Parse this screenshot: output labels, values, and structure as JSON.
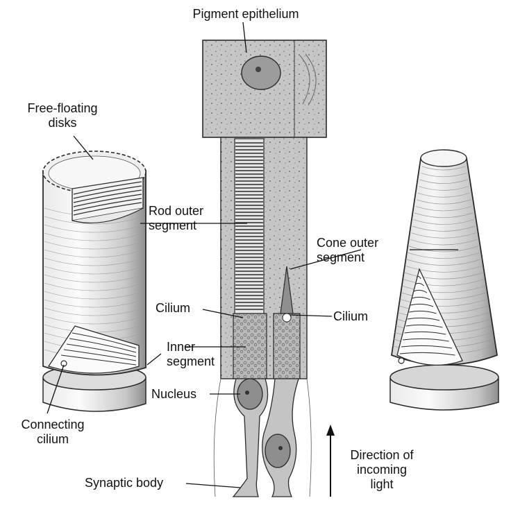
{
  "labels": {
    "pigment_epithelium": "Pigment epithelium",
    "free_floating_disks": [
      "Free-floating",
      "disks"
    ],
    "rod_outer_segment": [
      "Rod outer",
      "segment"
    ],
    "cone_outer_segment": [
      "Cone outer",
      "segment"
    ],
    "cilium_rod": "Cilium",
    "cilium_cone": "Cilium",
    "inner_segment": [
      "Inner",
      "segment"
    ],
    "nucleus": "Nucleus",
    "connecting_cilium": [
      "Connecting",
      "cilium"
    ],
    "synaptic_body": "Synaptic body",
    "direction_of_light": [
      "Direction of",
      "incoming",
      "light"
    ]
  },
  "colors": {
    "tissue": "#c9c9c9",
    "tissue_dark": "#9a9a9a",
    "outline": "#2a2a2a",
    "cylinder_light": "#f2f2f2",
    "cylinder_shade": "#b5b5b5",
    "text": "#111111"
  }
}
